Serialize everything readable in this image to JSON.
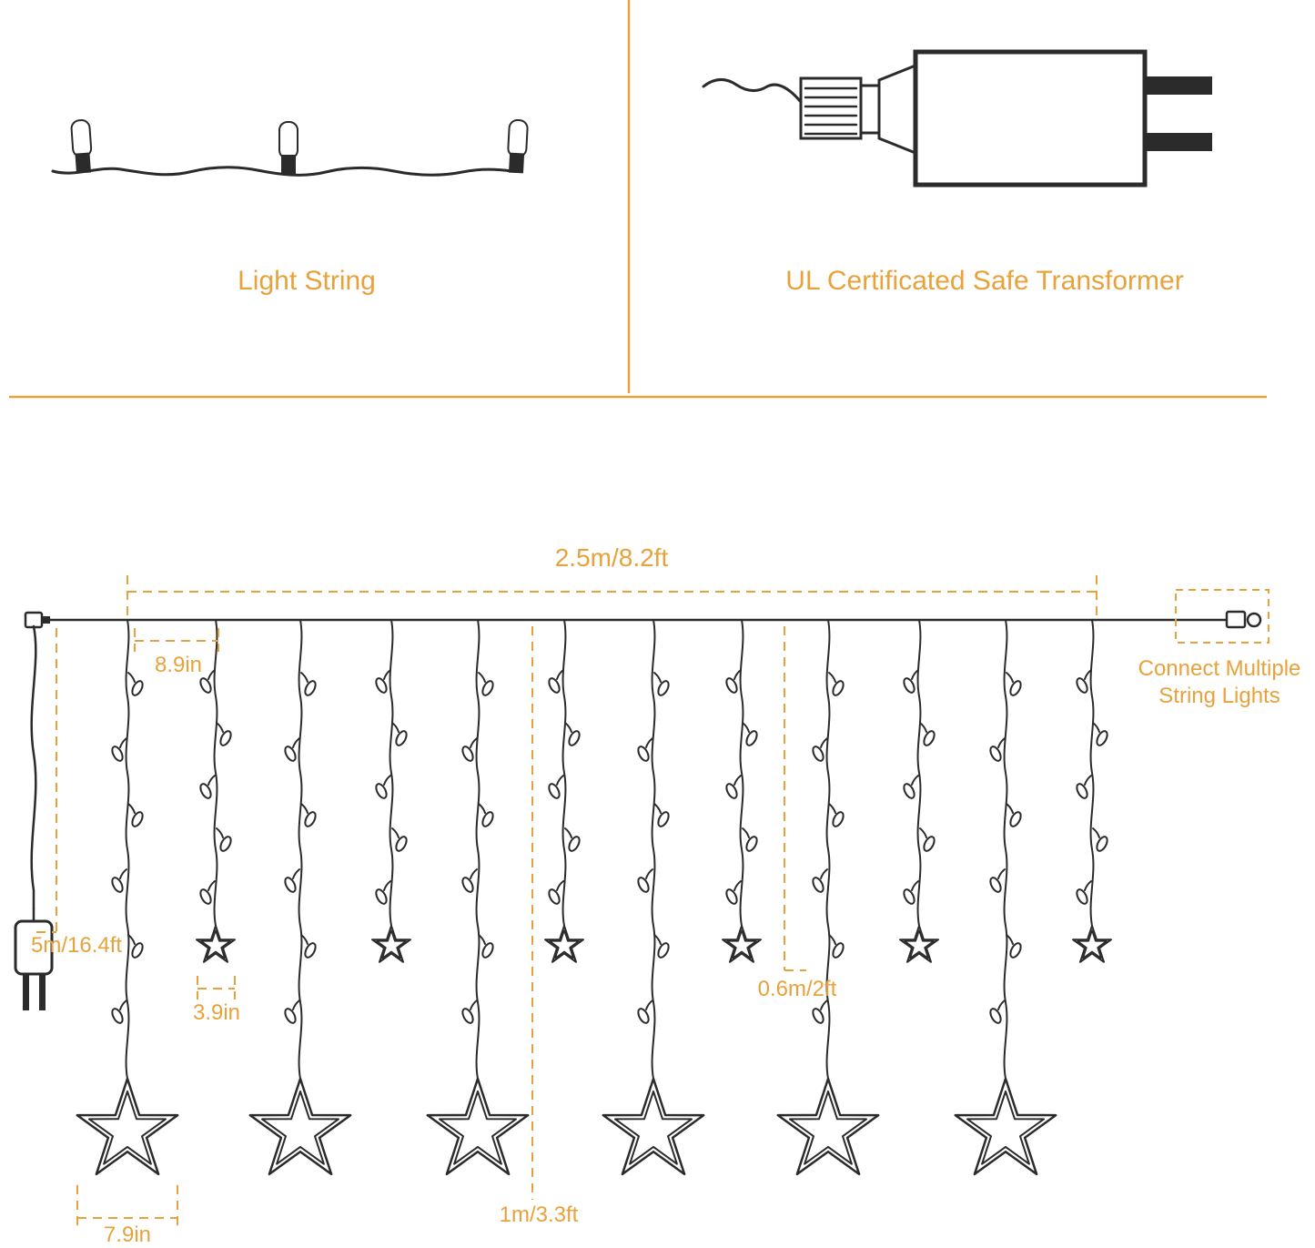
{
  "colors": {
    "accent": "#E8A23B",
    "ink": "#2b2b2b"
  },
  "top_panels": {
    "left_caption": "Light String",
    "right_caption": "UL Certificated Safe Transformer"
  },
  "curtain_diagram": {
    "total_width_label": "2.5m/8.2ft",
    "drop_spacing_label": "8.9in",
    "lead_wire_label": "5m/16.4ft",
    "small_star_width_label": "3.9in",
    "short_drop_length_label": "0.6m/2ft",
    "long_drop_length_label": "1m/3.3ft",
    "big_star_width_label": "7.9in",
    "connect_note_line1": "Connect  Multiple",
    "connect_note_line2": "String Lights",
    "big_star_count": 6,
    "small_star_count": 6,
    "bulbs_on_sample_string": 3
  }
}
